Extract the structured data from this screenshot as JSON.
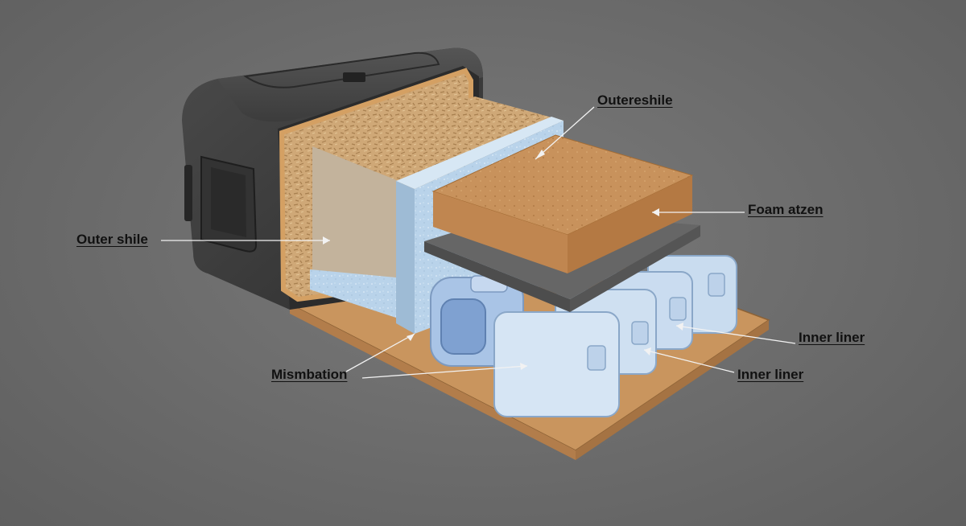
{
  "labels": {
    "outer_shell_top": "Outereshile",
    "foam_layer": "Foam atzen",
    "outer_shell_left": "Outer shile",
    "mismbation": "Mismbation",
    "inner_liner_1": "Inner liner",
    "inner_liner_2": "Inner liner"
  },
  "colors": {
    "background": "#6b6b6b",
    "shell": "#3b3b3b",
    "particleboard": "#c9a57a",
    "cork": "#c8925c",
    "insulation": "#bcd6ec",
    "gasket": "#5a5a5a",
    "baseboard": "#c9955e",
    "ice_pack": "#cfe0f1"
  }
}
